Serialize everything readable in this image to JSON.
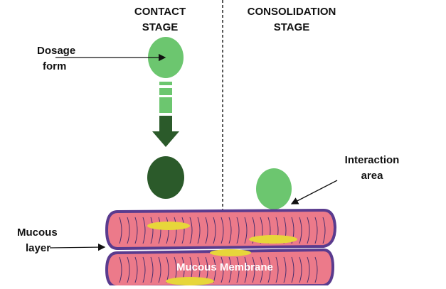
{
  "diagram": {
    "title_left": [
      "CONTACT",
      "STAGE"
    ],
    "title_right": [
      "CONSOLIDATION",
      "STAGE"
    ],
    "labels": {
      "dosage_form": [
        "Dosage",
        "form"
      ],
      "interaction_area": [
        "Interaction",
        "area"
      ],
      "mucous_layer": [
        "Mucous",
        "layer"
      ],
      "mucous_membrane": "Mucous Membrane"
    },
    "colors": {
      "dosage_light_green": "#6cc66f",
      "dosage_dark_green": "#2b5a2a",
      "membrane_pink": "#ec7a8a",
      "membrane_outline": "#5a3b8e",
      "cell_yellow": "#e7d63a",
      "arrow_black": "#111111",
      "divider": "#222222"
    }
  }
}
